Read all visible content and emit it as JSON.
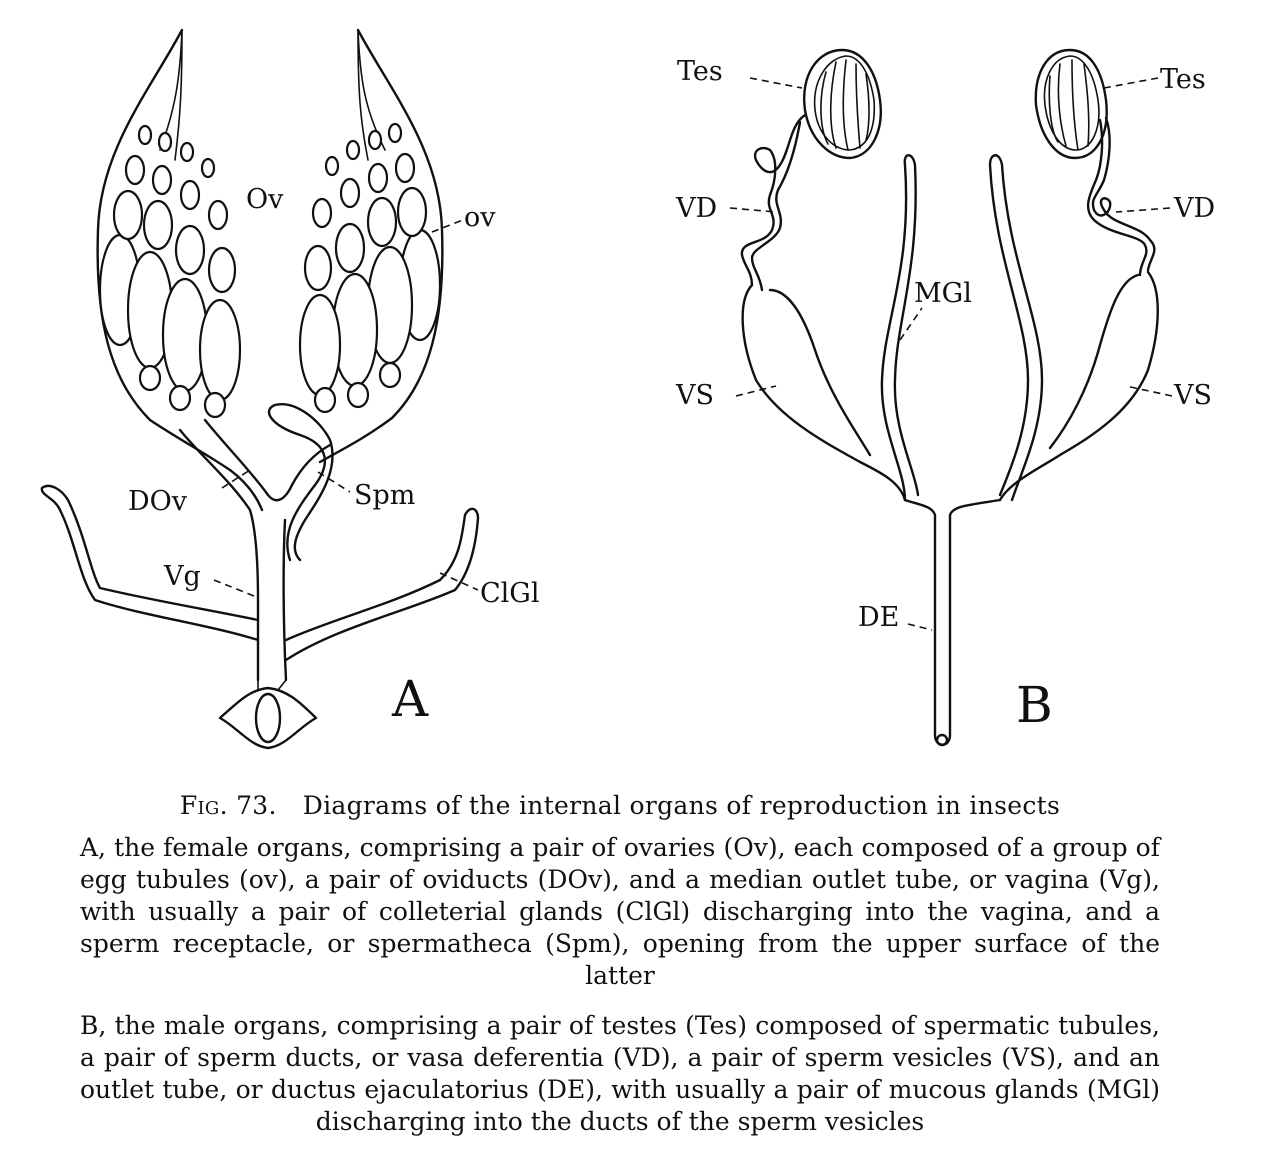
{
  "labels": {
    "ov_upper": "Ov",
    "ov_lower": "ov",
    "dov": "DOv",
    "spm": "Spm",
    "vg": "Vg",
    "clgl": "ClGl",
    "panel_a": "A",
    "tes_left": "Tes",
    "tes_right": "Tes",
    "vd_left": "VD",
    "vd_right": "VD",
    "mgl": "MGl",
    "vs_left": "VS",
    "vs_right": "VS",
    "de": "DE",
    "panel_b": "B"
  },
  "caption": {
    "fig_label": "Fig. 73.",
    "title": "Diagrams of the internal organs of reproduction in insects",
    "a": "A, the female organs, comprising a pair of ovaries (Ov), each composed of a group of egg tubules (ov), a pair of oviducts (DOv), and a median outlet tube, or vagina (Vg), with usually a pair of colleterial glands (ClGl) discharging into the vagina, and a sperm receptacle, or spermatheca (Spm), opening from the upper surface of the latter",
    "b": "B, the male organs, comprising a pair of testes (Tes) composed of spermatic tubules, a pair of sperm ducts, or vasa deferentia (VD), a pair of sperm vesicles (VS), and an outlet tube, or ductus ejaculatorius (DE), with usually a pair of mucous glands (MGl) discharging into the ducts of the sperm vesicles"
  }
}
